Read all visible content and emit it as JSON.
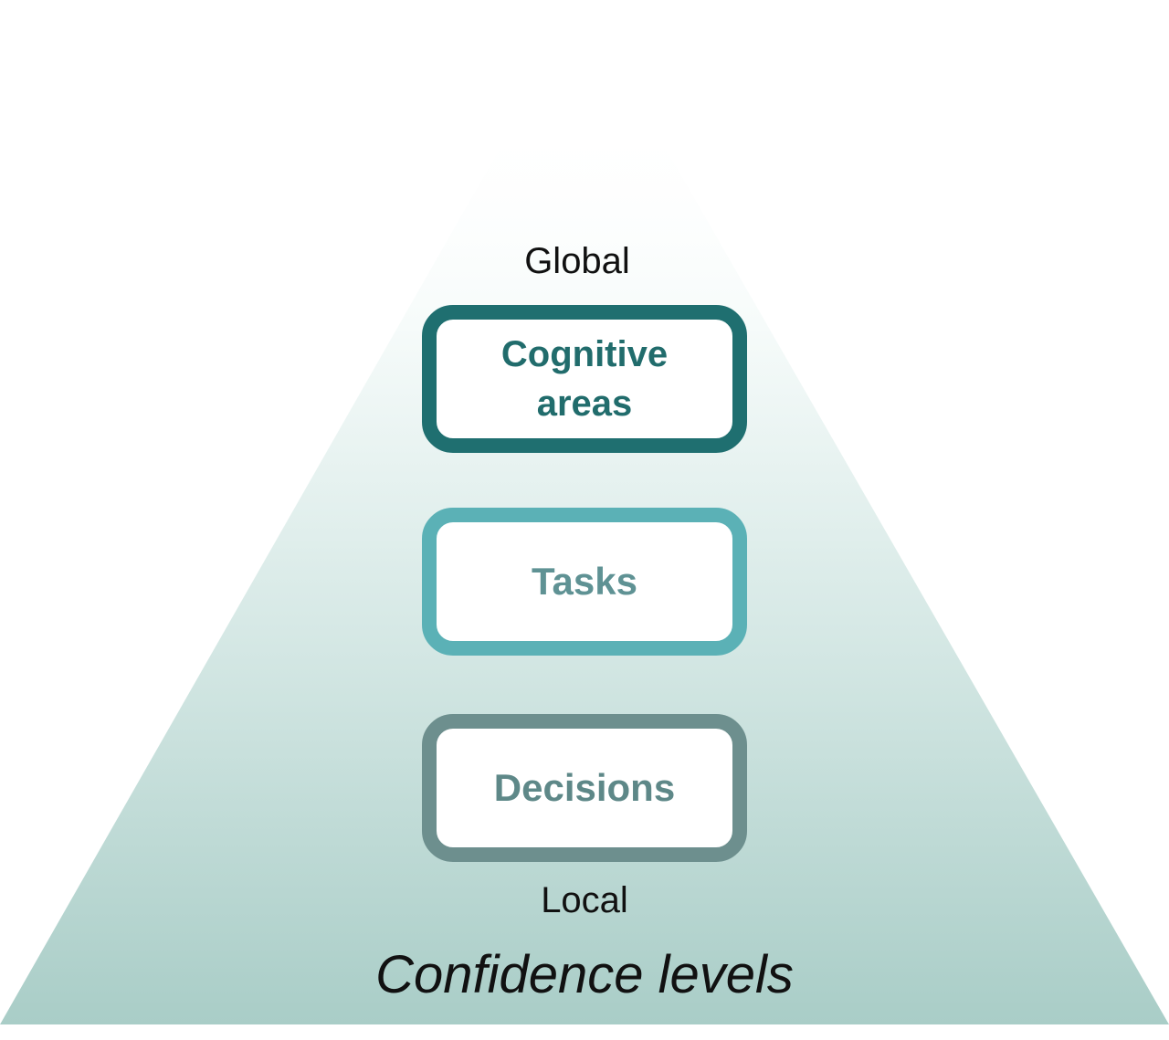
{
  "diagram": {
    "top_label": "Global",
    "bottom_label": "Local",
    "caption": "Confidence levels",
    "levels": [
      {
        "label": "Cognitive\nareas",
        "border_color": "#1f6f70",
        "text_color": "#216c6c"
      },
      {
        "label": "Tasks",
        "border_color": "#5bb1b6",
        "text_color": "#5f9294"
      },
      {
        "label": "Decisions",
        "border_color": "#6d8f8e",
        "text_color": "#5e8888"
      }
    ],
    "colors": {
      "pyramid_top": "#ffffff",
      "pyramid_bottom": "#a9cdc7"
    }
  }
}
